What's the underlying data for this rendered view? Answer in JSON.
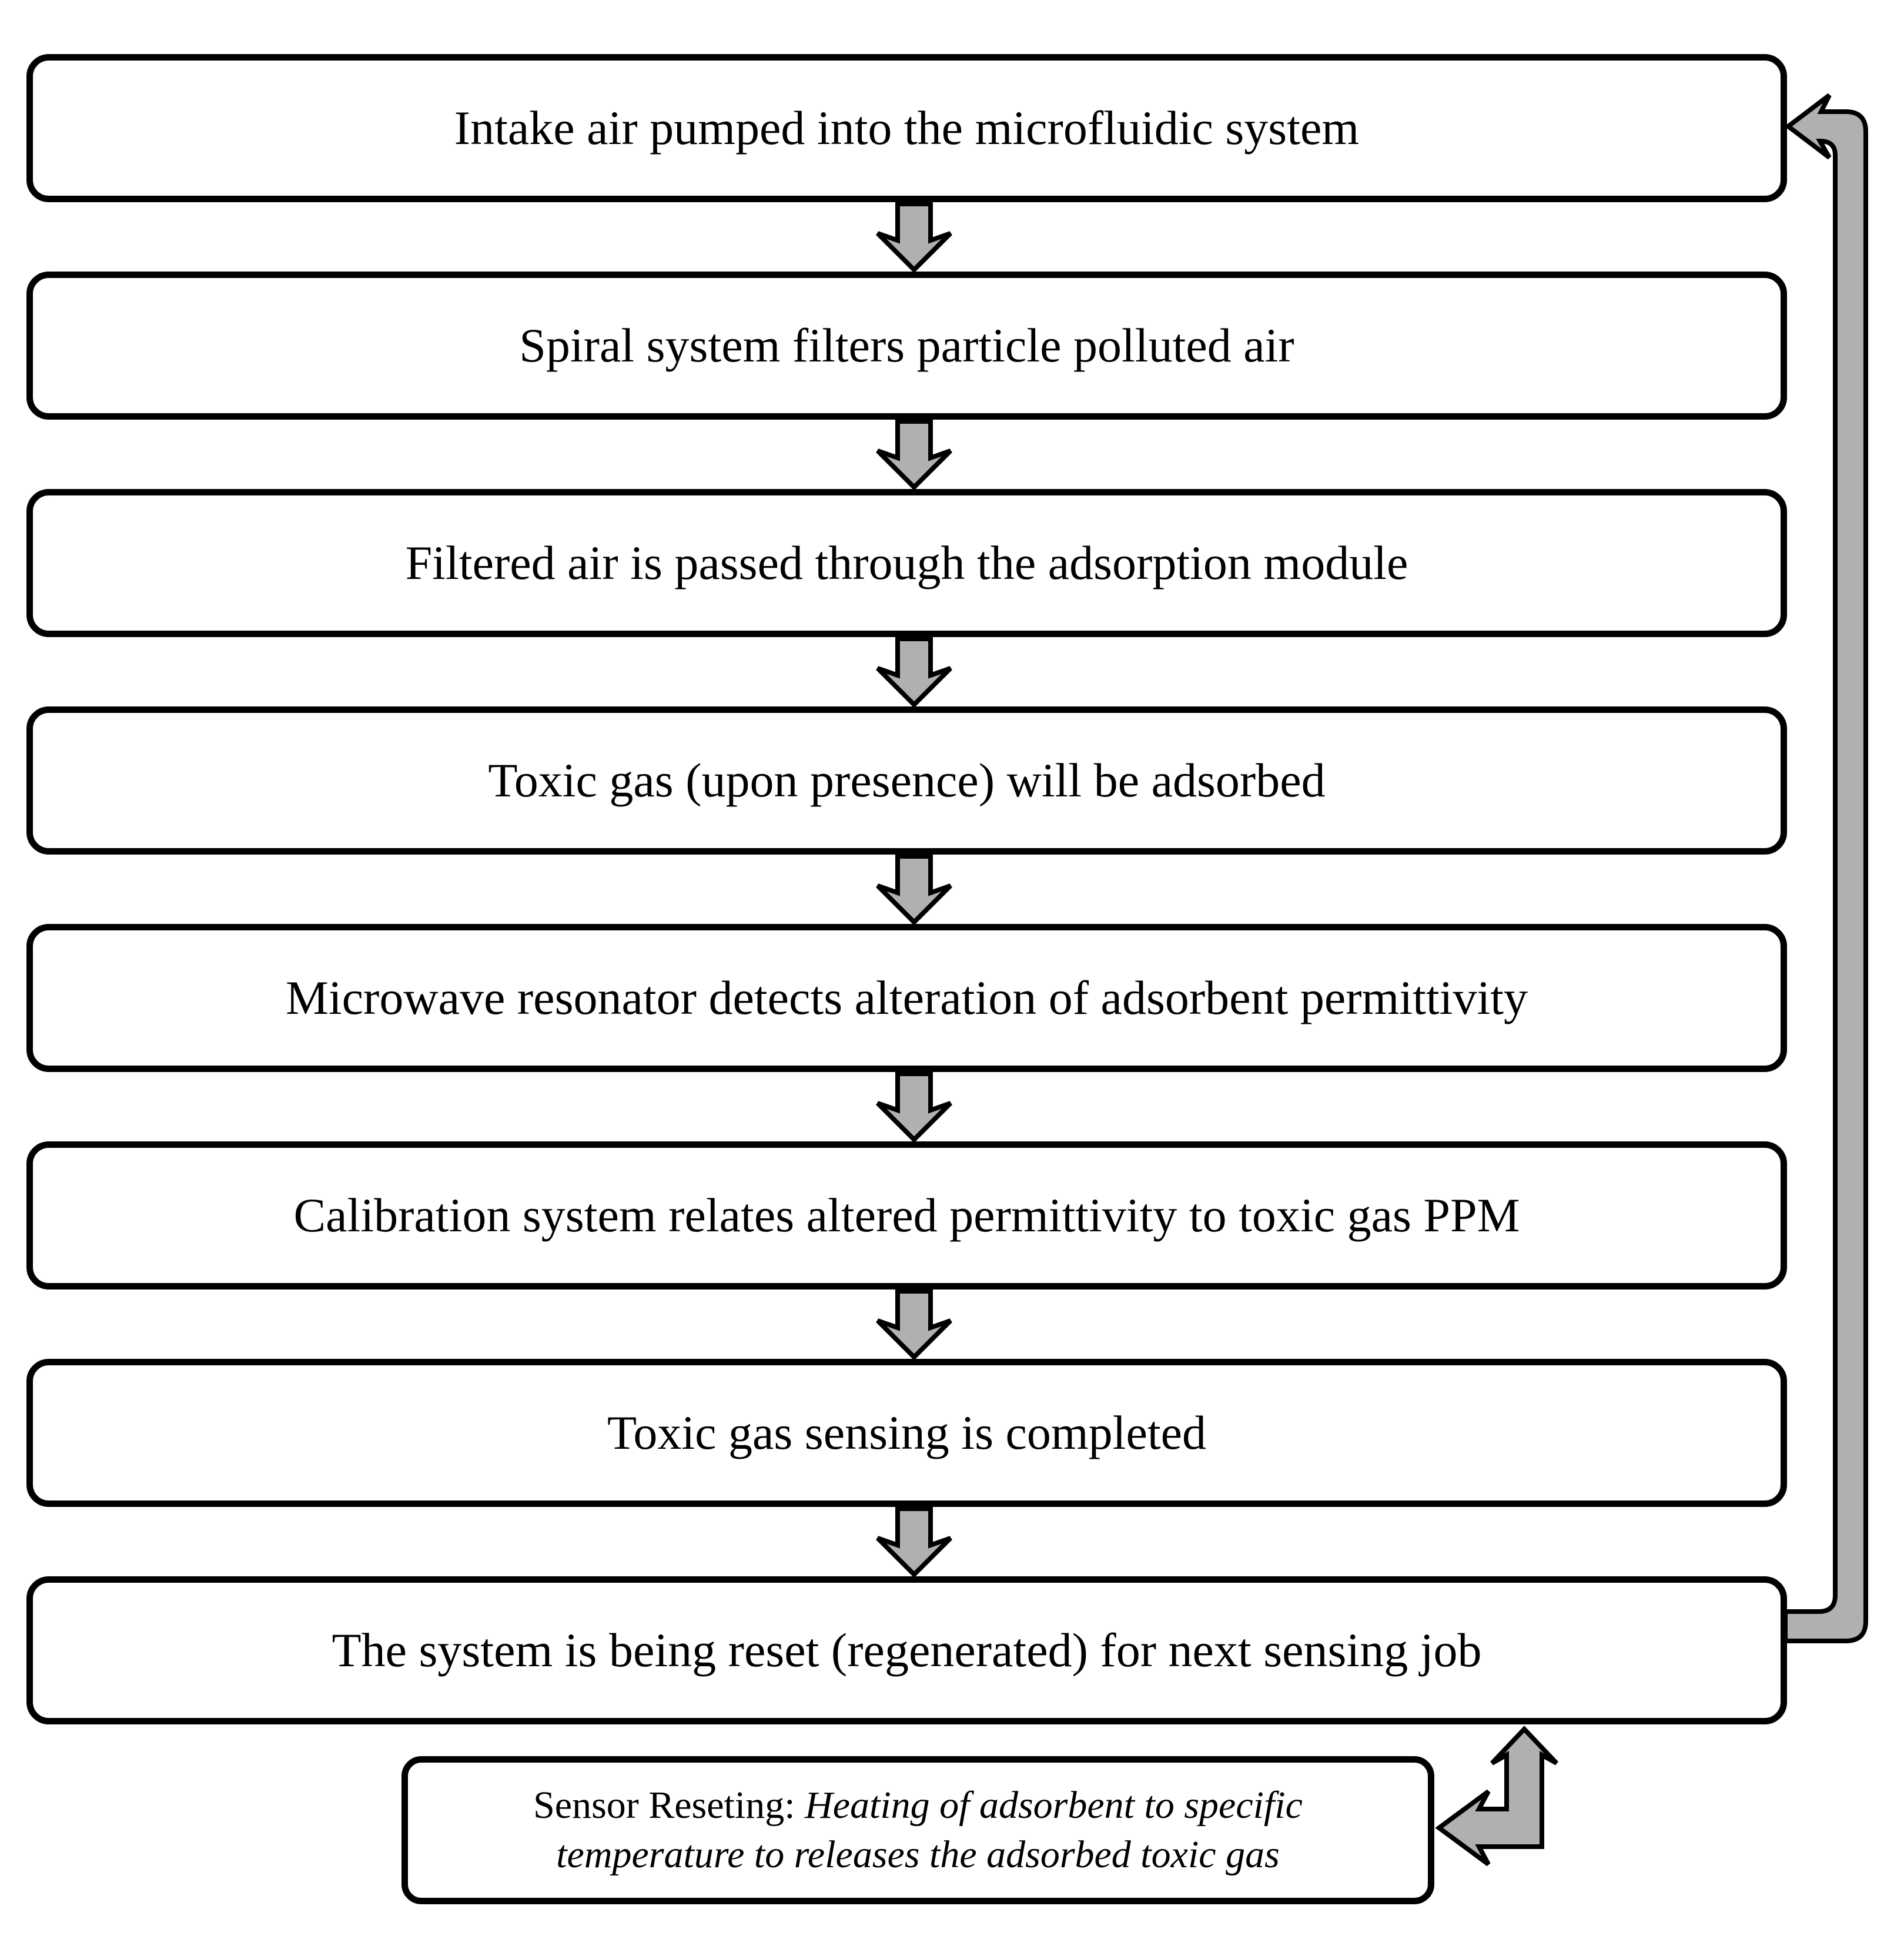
{
  "colors": {
    "arrow_fill": "#b0b0b0",
    "outline": "#000000",
    "box_background": "#ffffff",
    "box_border": "#000000"
  },
  "steps": [
    {
      "label": "Intake air pumped into the microfluidic system"
    },
    {
      "label": "Spiral system filters particle polluted air"
    },
    {
      "label": "Filtered air is passed through the adsorption module"
    },
    {
      "label": "Toxic gas (upon presence) will be adsorbed"
    },
    {
      "label": "Microwave resonator detects alteration of adsorbent permittivity"
    },
    {
      "label": "Calibration system relates altered permittivity to toxic gas PPM"
    },
    {
      "label": "Toxic gas sensing is completed"
    },
    {
      "label": "The system is being reset (regenerated) for next sensing job"
    }
  ],
  "reset_note": {
    "prefix": "Sensor Reseting: ",
    "italic_line1": "Heating of adsorbent to specific",
    "italic_line2": "temperature to releases the adsorbed toxic gas"
  },
  "icons": {
    "flow_arrow": "down-block-arrow",
    "loop_arrow": "feedback-loop-arrow",
    "reset_arrow": "bidirectional-elbow-arrow"
  }
}
